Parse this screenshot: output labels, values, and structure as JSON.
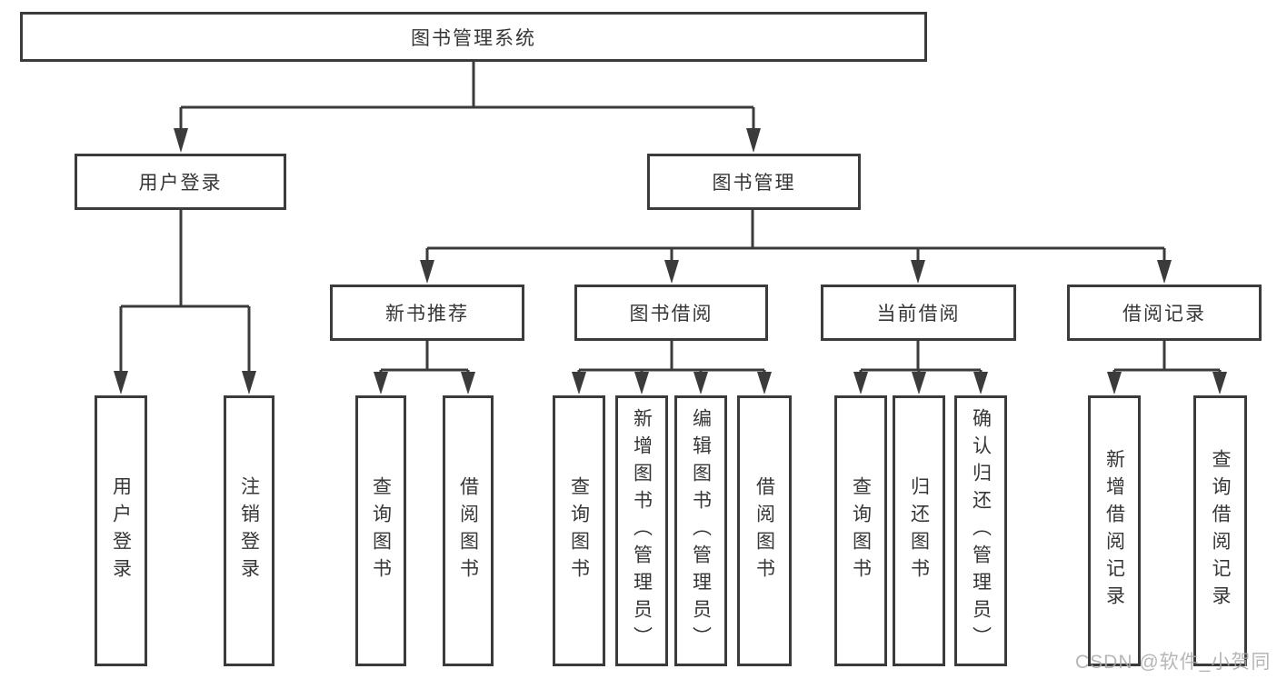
{
  "diagram_title": "图书管理系统",
  "tree": {
    "root": {
      "label": "图书管理系统"
    },
    "branches": [
      {
        "label": "用户登录",
        "children": [
          {
            "label": "用户登录"
          },
          {
            "label": "注销登录"
          }
        ]
      },
      {
        "label": "图书管理",
        "children": [
          {
            "label": "新书推荐",
            "children": [
              {
                "label": "查询图书"
              },
              {
                "label": "借阅图书"
              }
            ]
          },
          {
            "label": "图书借阅",
            "children": [
              {
                "label": "查询图书"
              },
              {
                "label": "新增图书（管理员）"
              },
              {
                "label": "编辑图书（管理员）"
              },
              {
                "label": "借阅图书"
              }
            ]
          },
          {
            "label": "当前借阅",
            "children": [
              {
                "label": "查询图书"
              },
              {
                "label": "归还图书"
              },
              {
                "label": "确认归还（管理员）"
              }
            ]
          },
          {
            "label": "借阅记录",
            "children": [
              {
                "label": "新增借阅记录"
              },
              {
                "label": "查询借阅记录"
              }
            ]
          }
        ]
      }
    ]
  },
  "watermark": "CSDN @软件_小贺同学",
  "colors": {
    "line": "#3b3b3b",
    "text": "#363636",
    "watermark": "#aaaaaa",
    "background": "#ffffff"
  }
}
